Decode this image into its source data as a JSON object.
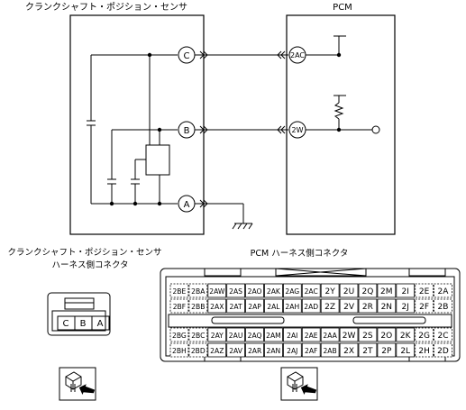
{
  "schematic": {
    "sensor_title": "クランクシャフト・ポジション・センサ",
    "pcm_title": "PCM",
    "sensor_pins": [
      "C",
      "B",
      "A"
    ],
    "pcm_pins": [
      "2AC",
      "2W"
    ]
  },
  "sensor_connector": {
    "title_line1": "クランクシャフト・ポジション・センサ",
    "title_line2": "ハーネス側コネクタ",
    "pins": [
      "C",
      "B",
      "A"
    ]
  },
  "pcm_connector": {
    "title": "PCM ハーネス側コネクタ",
    "row1": [
      "2BE",
      "2BA",
      "2AW",
      "2AS",
      "2AO",
      "2AK",
      "2AG",
      "2AC",
      "2Y",
      "2U",
      "2Q",
      "2M",
      "2I",
      "2E",
      "2A"
    ],
    "row2": [
      "2BF",
      "2BB",
      "2AX",
      "2AT",
      "2AP",
      "2AL",
      "2AH",
      "2AD",
      "2Z",
      "2V",
      "2R",
      "2N",
      "2J",
      "2F",
      "2B"
    ],
    "row3": [
      "2BG",
      "2BC",
      "2AY",
      "2AU",
      "2AQ",
      "2AM",
      "2AI",
      "2AE",
      "2AA",
      "2W",
      "2S",
      "2O",
      "2K",
      "2G",
      "2C"
    ],
    "row4": [
      "2BH",
      "2BD",
      "2AZ",
      "2AV",
      "2AR",
      "2AN",
      "2AJ",
      "2AF",
      "2AB",
      "2X",
      "2T",
      "2P",
      "2L",
      "2H",
      "2D"
    ]
  },
  "icons": [
    "connector-probe-icon",
    "connector-probe-icon"
  ]
}
